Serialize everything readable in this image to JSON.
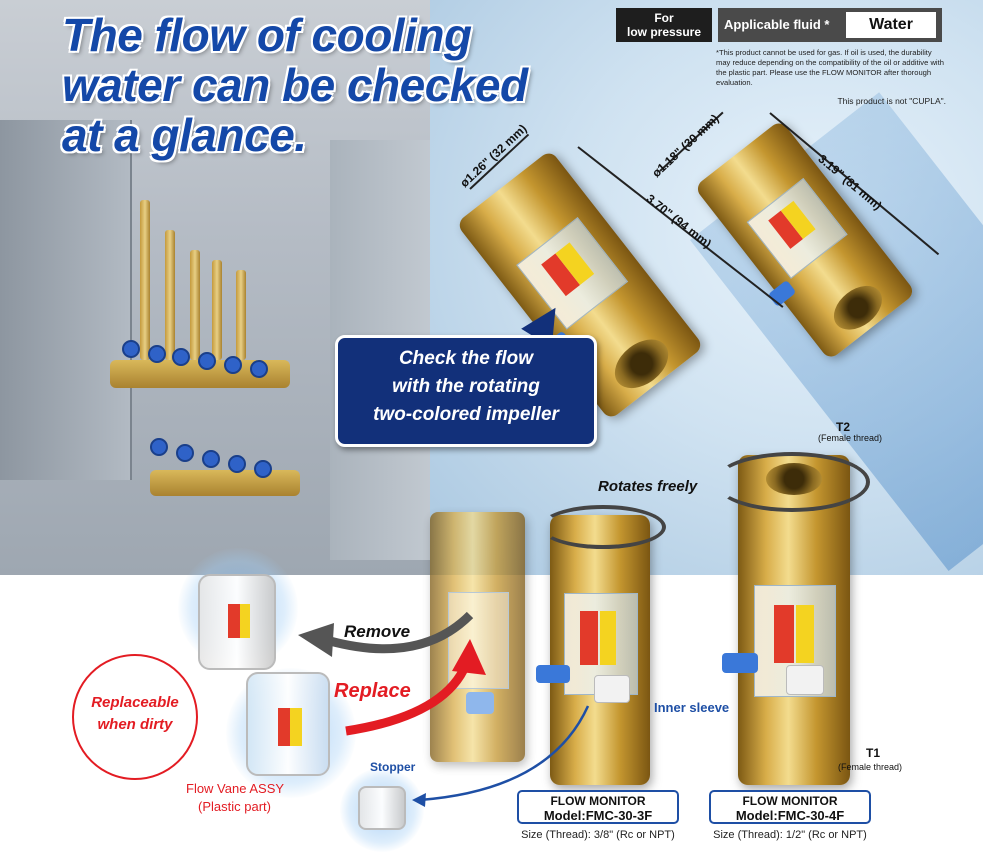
{
  "headline": {
    "line1": "The flow of cooling",
    "line2": "water can be checked",
    "line3": "at a glance."
  },
  "badges": {
    "for_low_line1": "For",
    "for_low_line2": "low pressure",
    "fluid_label": "Applicable fluid *",
    "fluid_value": "Water"
  },
  "notes": {
    "disclaimer": "*This product cannot be used for gas. If oil is used, the durability may reduce depending on the compatibility of the oil or additive with the plastic part. Please use the FLOW MONITOR after thorough evaluation.",
    "not_cupla": "This product is not \"CUPLA\"."
  },
  "dimensions": {
    "large_diameter": "ø1.26\" (32 mm)",
    "large_length": "3.70\" (94 mm)",
    "small_diameter": "ø1.18\" (30 mm)",
    "small_length": "3.19\" (81 mm)"
  },
  "callout": {
    "line1": "Check the flow",
    "line2": "with the rotating",
    "line3": "two-colored impeller"
  },
  "labels": {
    "rotates_freely": "Rotates freely",
    "t2": "T2",
    "t2_sub": "(Female thread)",
    "t1": "T1",
    "t1_sub": "(Female thread)",
    "remove": "Remove",
    "replace": "Replace",
    "replaceable_line1": "Replaceable",
    "replaceable_line2": "when dirty",
    "flow_vane_line1": "Flow Vane ASSY",
    "flow_vane_line2": "(Plastic part)",
    "stopper": "Stopper",
    "inner_sleeve": "Inner sleeve"
  },
  "models": [
    {
      "title": "FLOW MONITOR",
      "model": "Model:FMC-30-3F",
      "size": "Size (Thread): 3/8\" (Rc or NPT)"
    },
    {
      "title": "FLOW MONITOR",
      "model": "Model:FMC-30-4F",
      "size": "Size (Thread): 1/2\" (Rc or NPT)"
    }
  ],
  "colors": {
    "headline_blue": "#1448a8",
    "callout_navy": "#12307a",
    "replace_red": "#e31c23",
    "brass": "#d8ad49"
  }
}
